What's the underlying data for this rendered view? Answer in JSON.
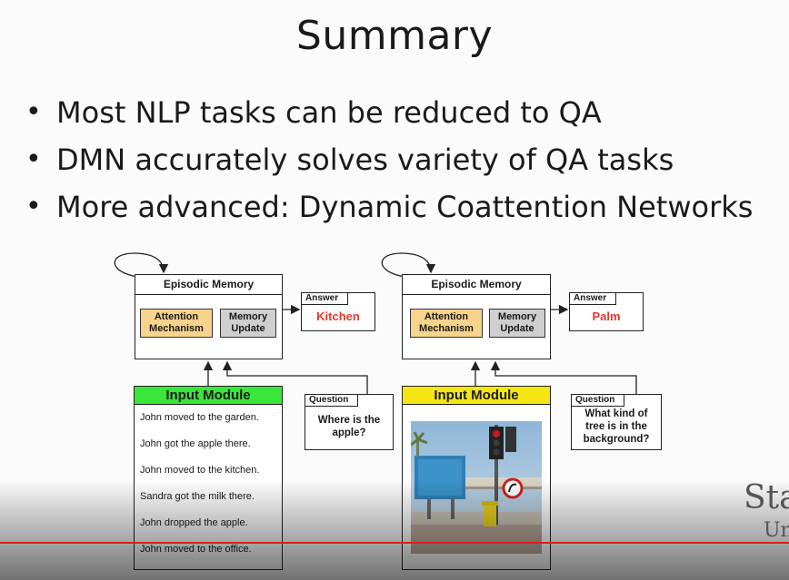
{
  "slide": {
    "title": "Summary",
    "bullets": [
      "Most NLP tasks can be reduced to QA",
      "DMN accurately solves variety of QA tasks",
      "More advanced: Dynamic Coattention Networks"
    ]
  },
  "diagram_left": {
    "episodic_memory": "Episodic Memory",
    "attention_line1": "Attention",
    "attention_line2": "Mechanism",
    "memory_line1": "Memory",
    "memory_line2": "Update",
    "answer_label": "Answer",
    "answer_value": "Kitchen",
    "input_module": "Input Module",
    "input_color": "#39e639",
    "sentences": [
      "John moved to the garden.",
      "John got the apple there.",
      "John moved to the kitchen.",
      "Sandra got the milk there.",
      "John dropped the apple.",
      "John moved to the office."
    ],
    "question_label": "Question",
    "question_line1": "Where is the",
    "question_line2": "apple?"
  },
  "diagram_right": {
    "episodic_memory": "Episodic Memory",
    "attention_line1": "Attention",
    "attention_line2": "Mechanism",
    "memory_line1": "Memory",
    "memory_line2": "Update",
    "answer_label": "Answer",
    "answer_value": "Palm",
    "input_module": "Input Module",
    "input_color": "#f5e613",
    "image_icon": "street-scene-photo",
    "question_label": "Question",
    "question_line1": "What kind of",
    "question_line2": "tree is in the",
    "question_line3": "background?"
  },
  "logo": {
    "line1": "Sta",
    "line2": "Un"
  },
  "colors": {
    "answer": "#e8372c",
    "attention": "#f7d38b",
    "memory": "#cfcfcf",
    "progress": "#d42020"
  }
}
